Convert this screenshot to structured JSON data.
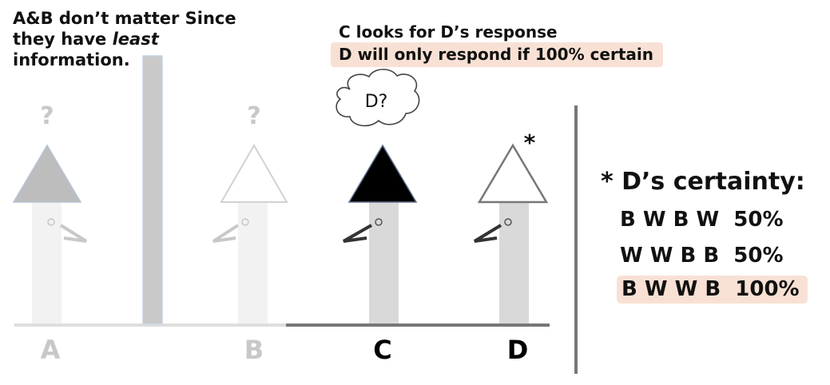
{
  "notes": {
    "ab_line1": "A&B don’t matter Since",
    "ab_line2_pre": "they have ",
    "ab_line2_em": "least",
    "ab_line2_post": " information.",
    "c_line": "C looks for D’s response",
    "d_line": "D will only respond if 100% certain"
  },
  "thought_bubble": "D?",
  "question_marks": [
    "?",
    "?"
  ],
  "star": "*",
  "people": [
    {
      "label": "A",
      "hat": "grey"
    },
    {
      "label": "B",
      "hat": "white-faded"
    },
    {
      "label": "C",
      "hat": "black"
    },
    {
      "label": "D",
      "hat": "white"
    }
  ],
  "certainty": {
    "title": "* D’s certainty:",
    "rows": [
      {
        "seq": "B W B W",
        "value": "50%"
      },
      {
        "seq": "W W B B",
        "value": "50%"
      },
      {
        "seq": "B W W B",
        "value": "100%",
        "highlighted": true
      }
    ]
  },
  "colors": {
    "highlight": "#f8e1d4",
    "hat_black": "#000000",
    "hat_grey": "#c8c8c8",
    "faded": "#cfcfcf",
    "wall": "#c9c9c9"
  }
}
